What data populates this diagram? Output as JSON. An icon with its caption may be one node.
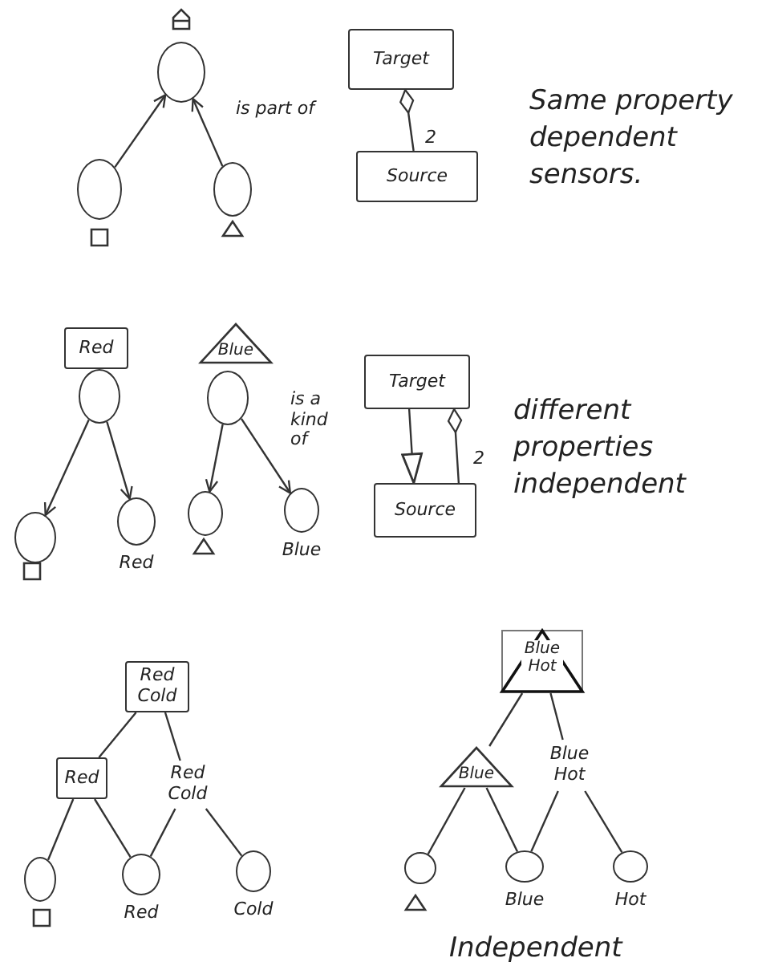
{
  "diagram": {
    "nodes": [
      {
        "text": [],
        "shape": "circle"
      },
      {
        "text": [],
        "shape": "circle"
      },
      {
        "text": [],
        "shape": "circle"
      },
      {
        "text": [
          "Target"
        ]
      },
      {
        "text": [
          "Source"
        ]
      },
      {
        "text": [
          "Red"
        ]
      },
      {
        "text": [
          "Blue"
        ]
      },
      {
        "text": [],
        "shape": "circle"
      },
      {
        "text": [],
        "shape": "circle"
      },
      {
        "text": [],
        "shape": "circle",
        "beside": [
          "Red"
        ]
      },
      {
        "text": [],
        "shape": "circle"
      },
      {
        "text": [],
        "shape": "circle"
      },
      {
        "text": [],
        "shape": "circle",
        "beside": [
          "Blue"
        ]
      },
      {
        "text": [
          "Target"
        ]
      },
      {
        "text": [
          "Source"
        ]
      },
      {
        "text": [
          "Red Cold"
        ]
      },
      {
        "text": [
          "Red"
        ]
      },
      {
        "text": [
          "Red Cold"
        ]
      },
      {
        "text": [],
        "shape": "circle"
      },
      {
        "text": [],
        "shape": "circle",
        "beside": [
          "Red"
        ]
      },
      {
        "text": [],
        "shape": "circle",
        "beside": [
          "Cold"
        ]
      },
      {
        "text": [
          "Blue Hot"
        ]
      },
      {
        "text": [
          "Blue"
        ]
      },
      {
        "text": [
          "Blue Hot"
        ]
      },
      {
        "text": [],
        "shape": "circle"
      },
      {
        "text": [],
        "shape": "circle",
        "beside": [
          "Blue"
        ]
      },
      {
        "text": [],
        "shape": "circle",
        "beside": [
          "Hot"
        ]
      }
    ],
    "edges": [
      {
        "from": 1,
        "to": 0,
        "arrow": "to"
      },
      {
        "from": 2,
        "to": 0,
        "arrow": "to",
        "label": "is part of"
      },
      {
        "from": 4,
        "to": 3,
        "arrow": "other",
        "label": "2"
      },
      {
        "from": 7,
        "to": 8,
        "arrow": "to"
      },
      {
        "from": 7,
        "to": 9,
        "arrow": "to"
      },
      {
        "from": 10,
        "to": 11,
        "arrow": "to"
      },
      {
        "from": 10,
        "to": 12,
        "arrow": "to",
        "label": "is a kind of"
      },
      {
        "from": 13,
        "to": 14,
        "arrow": "to"
      },
      {
        "from": 14,
        "to": 13,
        "arrow": "other",
        "label": "2"
      },
      {
        "from": 15,
        "to": 16,
        "arrow": "none"
      },
      {
        "from": 15,
        "to": 17,
        "arrow": "none"
      },
      {
        "from": 16,
        "to": 18,
        "arrow": "none"
      },
      {
        "from": 16,
        "to": 19,
        "arrow": "none"
      },
      {
        "from": 17,
        "to": 19,
        "arrow": "none"
      },
      {
        "from": 17,
        "to": 20,
        "arrow": "none"
      },
      {
        "from": 21,
        "to": 22,
        "arrow": "none"
      },
      {
        "from": 21,
        "to": 23,
        "arrow": "none"
      },
      {
        "from": 22,
        "to": 24,
        "arrow": "none"
      },
      {
        "from": 22,
        "to": 25,
        "arrow": "none"
      },
      {
        "from": 23,
        "to": 25,
        "arrow": "none"
      },
      {
        "from": 23,
        "to": 26,
        "arrow": "none"
      }
    ],
    "labels": [
      "Same property dependent sensors.",
      "different properties independent",
      "Independent"
    ]
  }
}
